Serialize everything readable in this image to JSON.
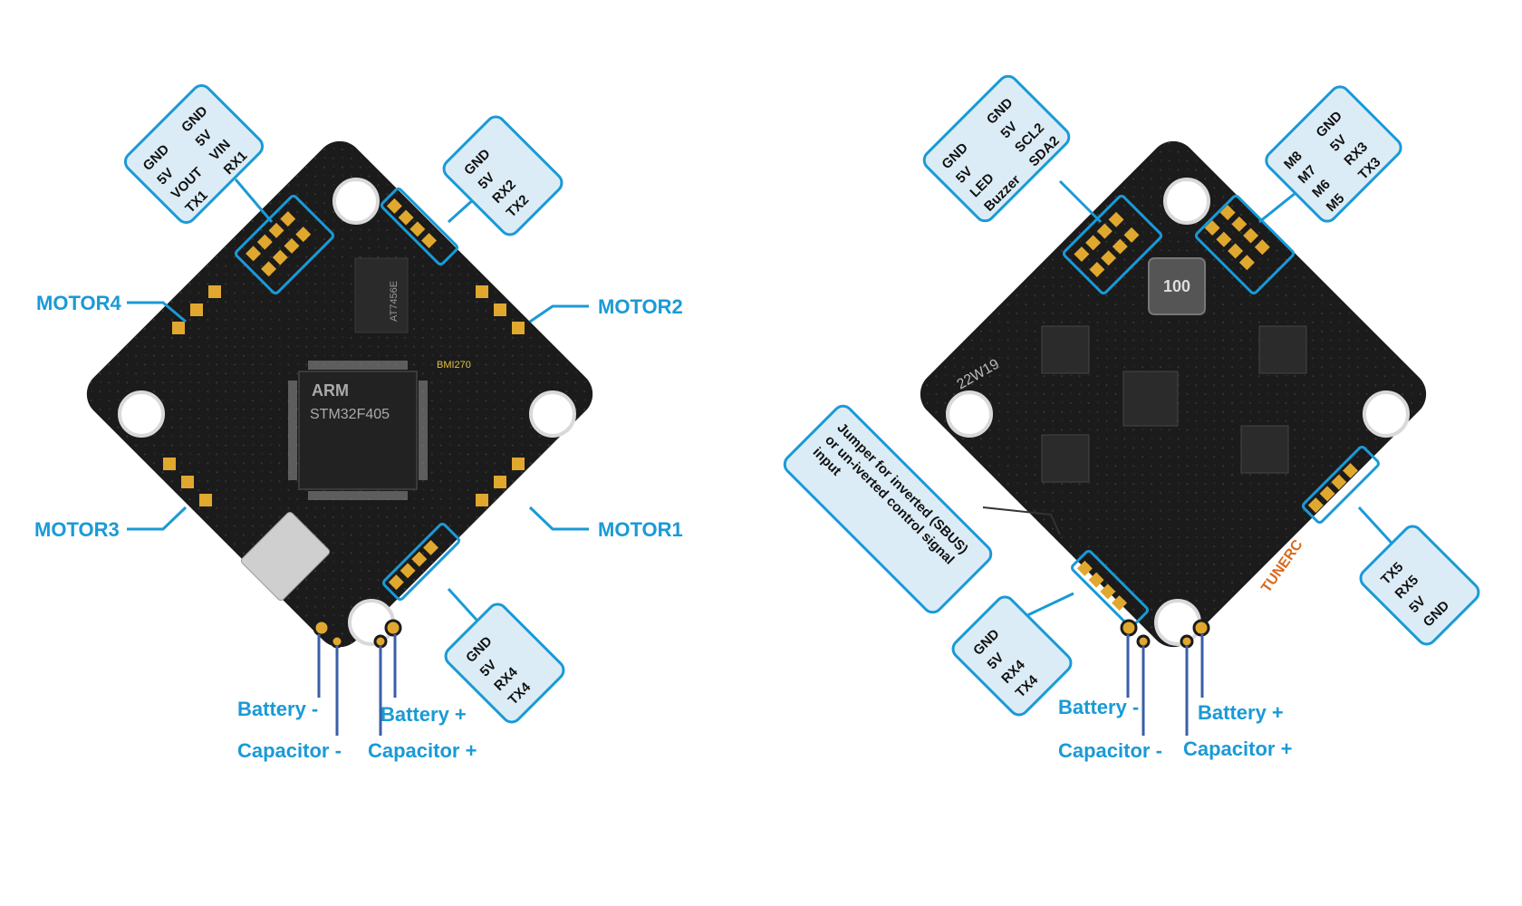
{
  "colors": {
    "accent": "#1a9ad6",
    "board": "#1b1b1b",
    "pad": "#e0a82e",
    "box_fill": "#dcecf6"
  },
  "front": {
    "motors": {
      "m4": "MOTOR4",
      "m2": "MOTOR2",
      "m3": "MOTOR3",
      "m1": "MOTOR1"
    },
    "box_top_left": {
      "col1": [
        "GND",
        "5V",
        "VOUT",
        "TX1"
      ],
      "col2": [
        "GND",
        "5V",
        "VIN",
        "RX1"
      ]
    },
    "box_top_right": {
      "col1": [
        "GND",
        "5V",
        "RX2",
        "TX2"
      ]
    },
    "box_bottom_right": {
      "col1": [
        "GND",
        "5V",
        "RX4",
        "TX4"
      ]
    },
    "power": {
      "battery_minus": "Battery -",
      "capacitor_minus": "Capacitor -",
      "battery_plus": "Battery +",
      "capacitor_plus": "Capacitor +"
    },
    "chip": {
      "brand": "ARM",
      "part": "STM32F405",
      "gyro": "BMI270",
      "sensor": "AT7456E"
    }
  },
  "back": {
    "box_top_left": {
      "col1": [
        "GND",
        "5V",
        "LED",
        "Buzzer"
      ],
      "col2": [
        "GND",
        "5V",
        "SCL2",
        "SDA2"
      ]
    },
    "box_top_right": {
      "col1": [
        "M8",
        "M7",
        "M6",
        "M5"
      ],
      "col2": [
        "GND",
        "5V",
        "RX3",
        "TX3"
      ]
    },
    "box_right": {
      "col1": [
        "TX5",
        "RX5",
        "5V",
        "GND"
      ]
    },
    "box_bottom_left": {
      "col1": [
        "GND",
        "5V",
        "RX4",
        "TX4"
      ]
    },
    "jumper_note": "Jumper for inverted (SBUS) or un-iverted control signal input",
    "power": {
      "battery_minus": "Battery -",
      "capacitor_minus": "Capacitor -",
      "battery_plus": "Battery +",
      "capacitor_plus": "Capacitor +"
    },
    "board_marks": {
      "inductor": "100",
      "date": "22W19",
      "brand": "TUNERC"
    }
  }
}
